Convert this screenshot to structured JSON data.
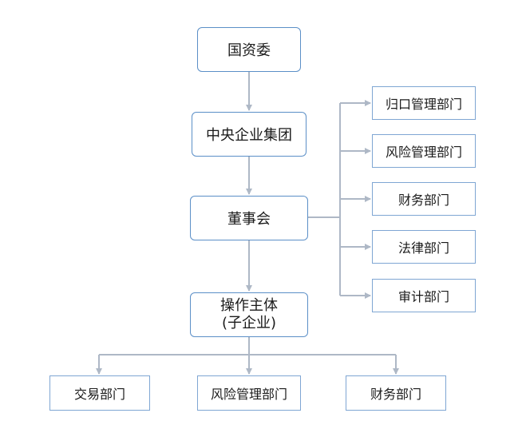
{
  "chain": {
    "sasac": "国资委",
    "central_group": "中央企业集团",
    "board": "董事会",
    "operating_entity_line1": "操作主体",
    "operating_entity_line2": "(子企业)"
  },
  "board_departments": [
    "归口管理部门",
    "风险管理部门",
    "财务部门",
    "法律部门",
    "审计部门"
  ],
  "entity_departments": [
    "交易部门",
    "风险管理部门",
    "财务部门"
  ],
  "colors": {
    "border": "#5b8fc7",
    "connector": "#aeb8c6"
  }
}
